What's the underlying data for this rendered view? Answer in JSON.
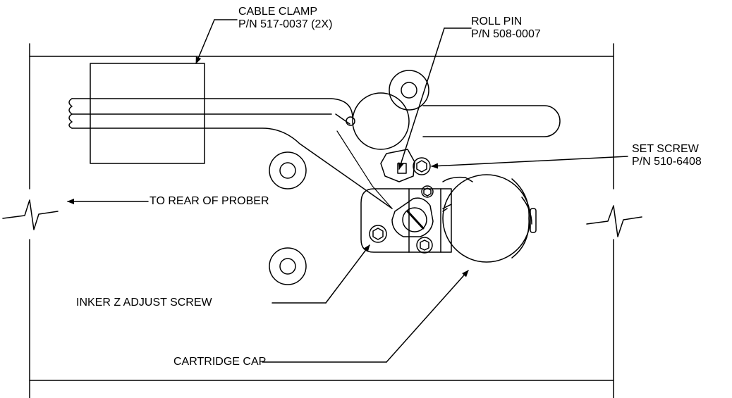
{
  "callouts": {
    "cable_clamp": {
      "line1": "CABLE CLAMP",
      "line2": "P/N 517-0037 (2X)"
    },
    "roll_pin": {
      "line1": "ROLL PIN",
      "line2": "P/N 508-0007"
    },
    "set_screw": {
      "line1": "SET SCREW",
      "line2": "P/N 510-6408"
    },
    "rear": {
      "text": "TO REAR OF PROBER"
    },
    "z_adjust": {
      "text": "INKER Z ADJUST SCREW"
    },
    "cartridge_cap": {
      "text": "CARTRIDGE CAP"
    }
  },
  "colors": {
    "line": "#000000",
    "background": "#ffffff"
  }
}
